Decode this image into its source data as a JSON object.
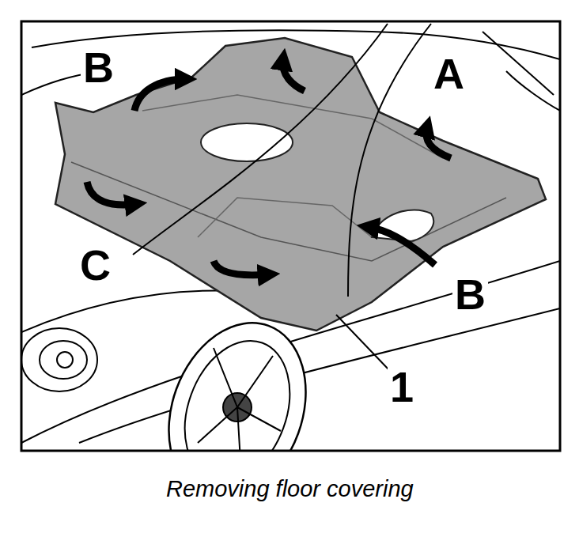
{
  "diagram": {
    "caption": "Removing floor covering",
    "labels": [
      "B",
      "A",
      "C",
      "B",
      "1"
    ]
  }
}
